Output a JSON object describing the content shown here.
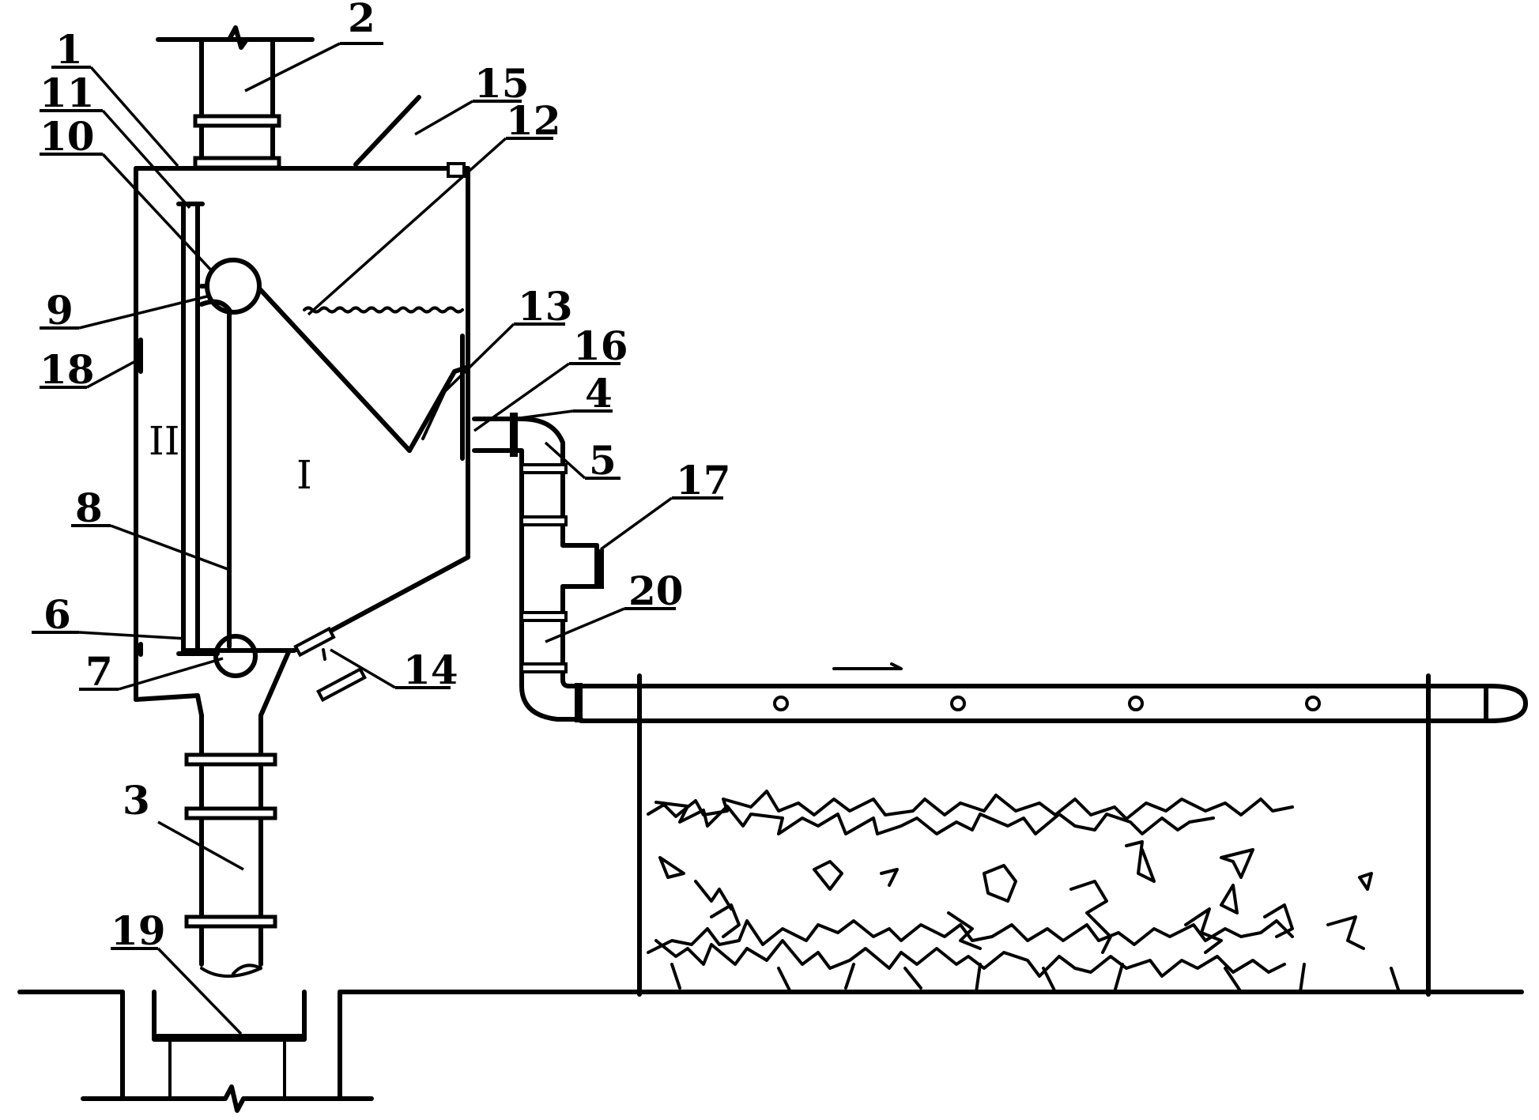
{
  "labels": {
    "l1": "1",
    "l2": "2",
    "l3": "3",
    "l4": "4",
    "l5": "5",
    "l6": "6",
    "l7": "7",
    "l8": "8",
    "l9": "9",
    "l10": "10",
    "l11": "11",
    "l12": "12",
    "l13": "13",
    "l14": "14",
    "l15": "15",
    "l16": "16",
    "l17": "17",
    "l18": "18",
    "l19": "19",
    "l20": "20"
  },
  "zones": {
    "chamber_one": "I",
    "chamber_two": "II"
  }
}
